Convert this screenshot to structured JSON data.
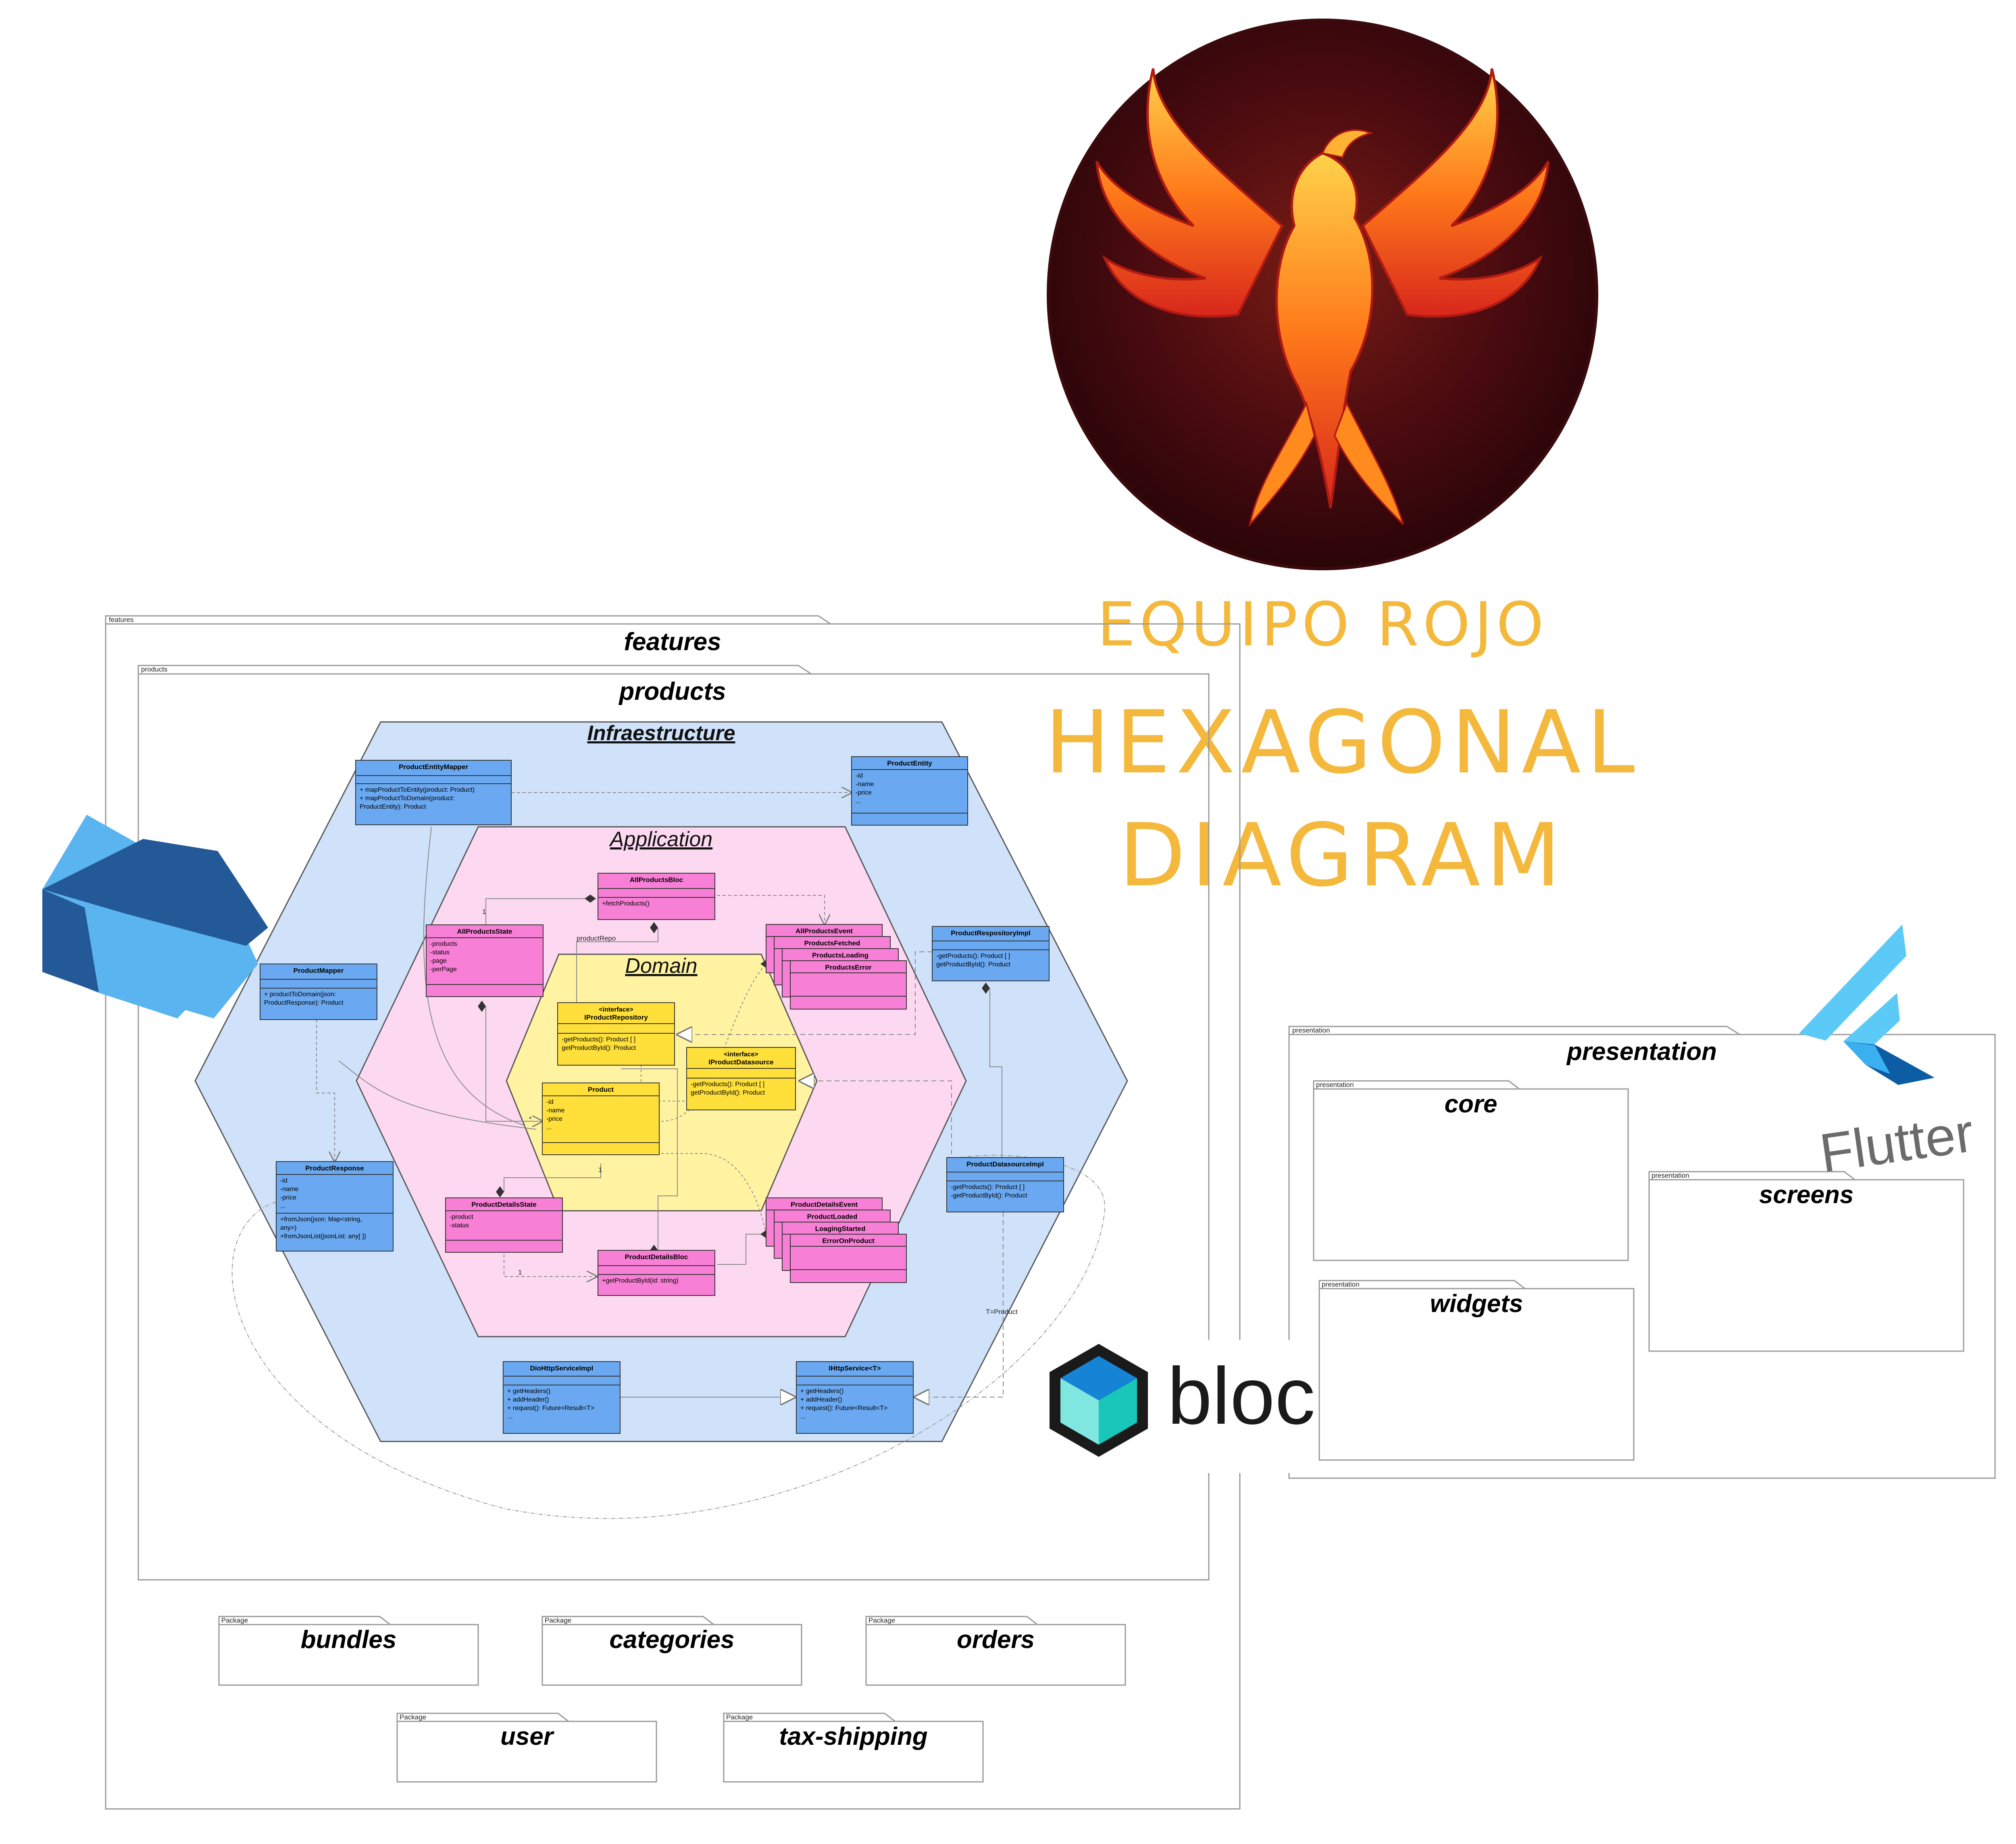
{
  "header": {
    "team_name": "EQUIPO ROJO",
    "title_line1": "HEXAGONAL",
    "title_line2": "DIAGRAM"
  },
  "logos": {
    "phoenix": "phoenix-emblem",
    "dart": "dart-logo",
    "flutter_label": "Flutter",
    "bloc_label": "bloc"
  },
  "packages": {
    "features": {
      "tab": "features",
      "title": "features"
    },
    "products": {
      "tab": "products",
      "title": "products"
    },
    "bundles": {
      "tab": "Package",
      "title": "bundles"
    },
    "categories": {
      "tab": "Package",
      "title": "categories"
    },
    "orders": {
      "tab": "Package",
      "title": "orders"
    },
    "user": {
      "tab": "Package",
      "title": "user"
    },
    "tax_shipping": {
      "tab": "Package",
      "title": "tax-shipping"
    },
    "presentation": {
      "tab": "presentation",
      "title": "presentation"
    },
    "core": {
      "tab": "presentation",
      "title": "core"
    },
    "screens": {
      "tab": "presentation",
      "title": "screens"
    },
    "widgets": {
      "tab": "presentation",
      "title": "widgets"
    }
  },
  "layers": {
    "infrastructure": "Infraestructure",
    "application": "Application",
    "domain": "Domain"
  },
  "classes": {
    "ProductEntityMapper": {
      "name": "ProductEntityMapper",
      "attrs": [],
      "methods": [
        "+ mapProductToEntity(product: Product)",
        "+ mapProductToDomain(product:",
        "ProductEntity): Product"
      ]
    },
    "ProductEntity": {
      "name": "ProductEntity",
      "attrs": [
        "-id",
        "-name",
        "-price",
        "..."
      ],
      "methods": []
    },
    "ProductMapper": {
      "name": "ProductMapper",
      "attrs": [],
      "methods": [
        "+ productToDomain(json:",
        "ProductResponse): Product"
      ]
    },
    "ProductResponse": {
      "name": "ProductResponse",
      "attrs": [
        "-id",
        "-name",
        "-price",
        "..."
      ],
      "methods": [
        "+fromJson(json: Map<string,",
        "any>)",
        "+fromJsonList(jsonList: any[ ])"
      ]
    },
    "ProductRespositoryImpl": {
      "name": "ProductRespositoryImpl",
      "attrs": [],
      "methods": [
        "-getProducts(): Product [ ]",
        "getProductById(): Product"
      ]
    },
    "ProductDatasourceImpl": {
      "name": "ProductDatasourceImpl",
      "attrs": [],
      "methods": [
        "-getProducts(): Product [ ]",
        "-getProductById(): Product"
      ]
    },
    "DioHttpServiceImpl": {
      "name": "DioHttpServiceImpl",
      "attrs": [],
      "methods": [
        "+ getHeaders()",
        "+ addHeader()",
        "+ request(): Future<Result<T>",
        "..."
      ]
    },
    "IHttpService": {
      "name": "IHttpService<T>",
      "attrs": [],
      "methods": [
        "+ getHeaders()",
        "+ addHeader()",
        "+ request(): Future<Result<T>",
        "..."
      ]
    },
    "AllProductsBloc": {
      "name": "AllProductsBloc",
      "attrs": [],
      "methods": [
        "+fetchProducts()"
      ]
    },
    "AllProductsState": {
      "name": "AllProductsState",
      "attrs": [
        "-products",
        "-status",
        "-page",
        "-perPage"
      ],
      "methods": []
    },
    "AllProductsEvent": {
      "name": "AllProductsEvent",
      "stack": [
        "ProductsFetched",
        "ProductsLoading",
        "ProductsError"
      ]
    },
    "ProductDetailsState": {
      "name": "ProductDetailsState",
      "attrs": [
        "-product",
        "-status"
      ],
      "methods": []
    },
    "ProductDetailsBloc": {
      "name": "ProductDetailsBloc",
      "attrs": [],
      "methods": [
        "+getProductById(id: string)"
      ]
    },
    "ProductDetailsEvent": {
      "name": "ProductDetailsEvent",
      "stack": [
        "ProductLoaded",
        "LoagingStarted",
        "ErrorOnProduct"
      ]
    },
    "IProductRepository": {
      "stereotype": "<interface>",
      "name": "IProductRepository",
      "attrs": [],
      "methods": [
        "-getProducts(): Product [ ]",
        "getProductById(): Product"
      ]
    },
    "IProductDatasource": {
      "stereotype": "<interface>",
      "name": "IProductDatasource",
      "attrs": [],
      "methods": [
        "-getProducts(): Product [ ]",
        "getProductById(): Product"
      ]
    },
    "Product": {
      "name": "Product",
      "attrs": [
        "-id",
        "-name",
        "-price",
        "..."
      ],
      "methods": []
    }
  },
  "associations": {
    "productRepo": "productRepo",
    "tproduct": "T=Product",
    "mult_one_a": "1",
    "mult_one_b": "1",
    "mult_one_c": "1",
    "mult_many": "*"
  },
  "colors": {
    "infrastructure_fill": "#cfe2fa",
    "application_fill": "#fcd9f1",
    "domain_fill": "#fff3a2",
    "class_blue": "#6aa9f1",
    "class_pink": "#f77fd6",
    "class_yellow": "#ffe03a",
    "title_gold": "#f4b93c"
  }
}
